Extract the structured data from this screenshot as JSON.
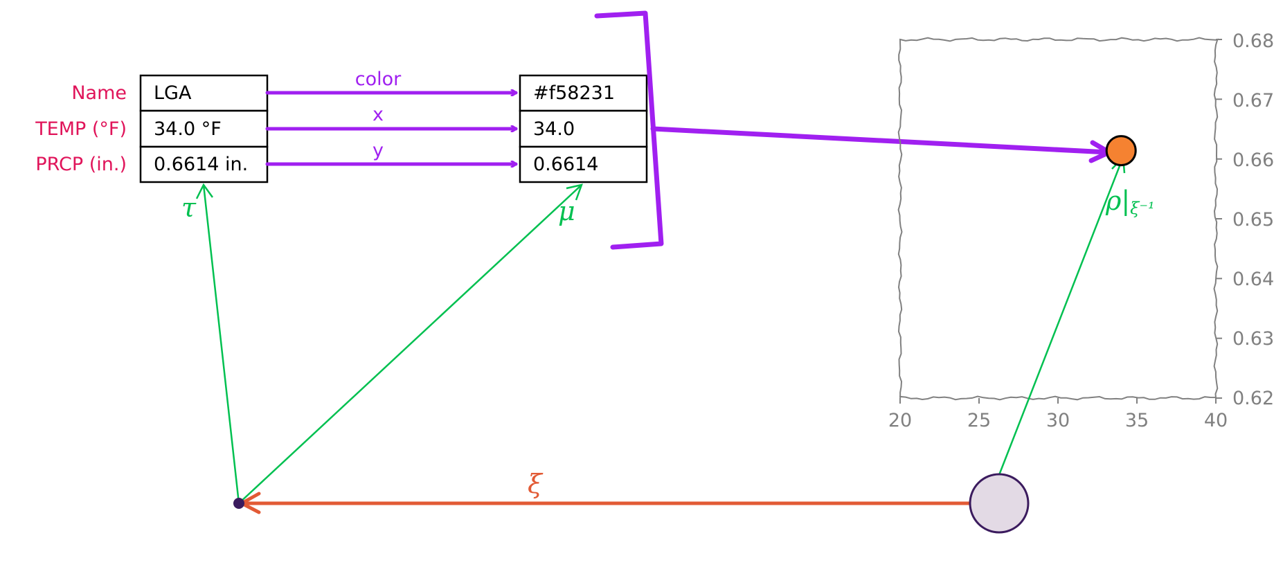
{
  "row_labels": [
    "Name",
    "TEMP (°F)",
    "PRCP (in.)"
  ],
  "source_values": [
    "LGA",
    "34.0 °F",
    "0.6614 in."
  ],
  "mapping_labels": [
    "color",
    "x",
    "y"
  ],
  "target_values": [
    "#f58231",
    "34.0",
    "0.6614"
  ],
  "greek": {
    "tau": "τ",
    "mu": "μ",
    "xi": "ξ",
    "rho": "ρ",
    "rho_bar": "|",
    "rho_sub": "ξ⁻¹"
  },
  "plot": {
    "x_ticks": [
      "20",
      "25",
      "30",
      "35",
      "40"
    ],
    "y_ticks": [
      "0.68",
      "0.67",
      "0.66",
      "0.65",
      "0.64",
      "0.63",
      "0.62"
    ]
  },
  "chart_data": {
    "type": "scatter",
    "x": [
      34.0
    ],
    "y": [
      0.6614
    ],
    "point_color": "#f58231",
    "xlim": [
      20,
      40
    ],
    "ylim": [
      0.62,
      0.68
    ]
  },
  "colors": {
    "label": "#e0145a",
    "mapping": "#a020f0",
    "green": "#00c050",
    "xi_arrow": "#e25a35",
    "point": "#f58231",
    "source_dot": "#3b1b5e",
    "circle_fill": "#e3dae5",
    "circle_stroke": "#3b1b5e",
    "axis": "#808080"
  }
}
